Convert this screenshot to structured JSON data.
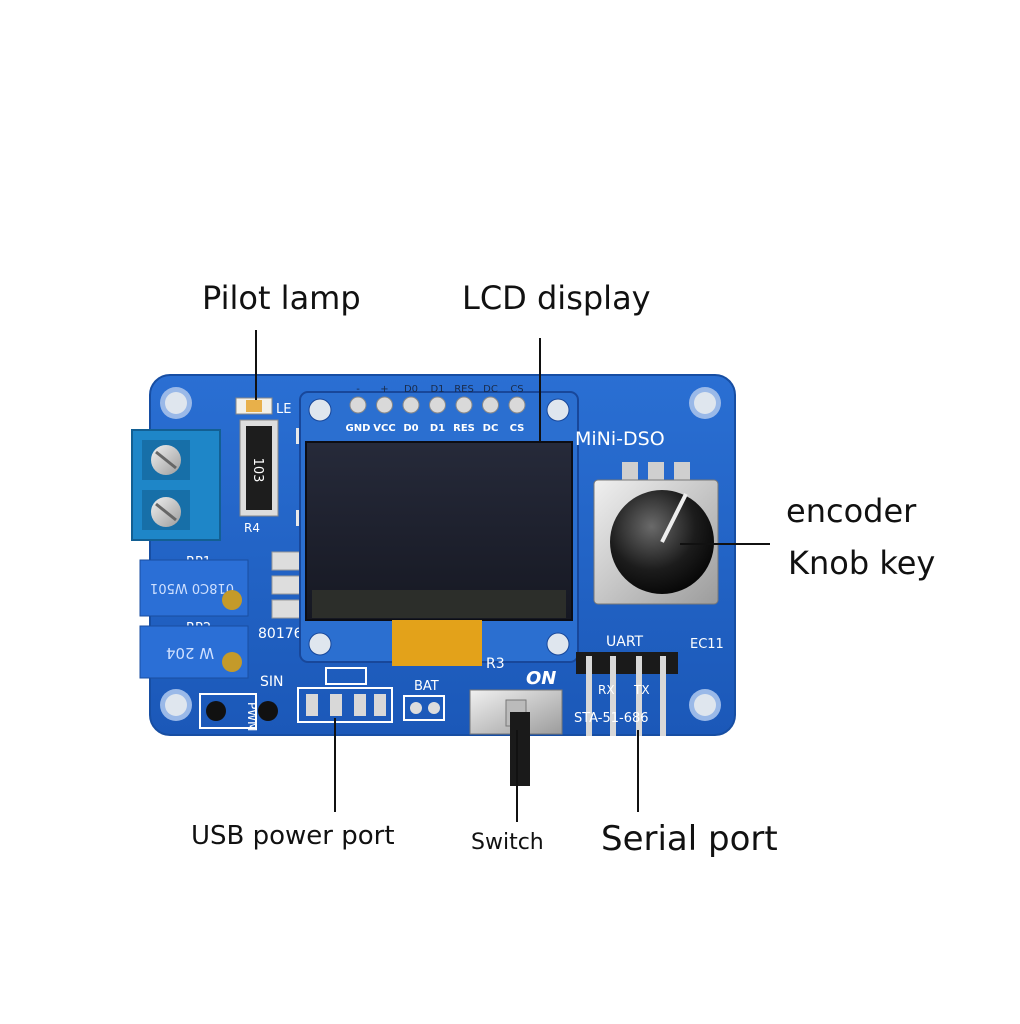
{
  "callouts": {
    "pilot_lamp": "Pilot lamp",
    "lcd_display": "LCD display",
    "encoder": "encoder",
    "knob_key": "Knob key",
    "usb_power_port": "USB power port",
    "switch": "Switch",
    "serial_port": "Serial port"
  },
  "board": {
    "title": "MiNi-DSO",
    "oled_pins_top": [
      "-",
      "+",
      "D0",
      "D1",
      "RES",
      "DC",
      "CS"
    ],
    "oled_pins_bottom": [
      "GND",
      "VCC",
      "D0",
      "D1",
      "RES",
      "DC",
      "CS"
    ],
    "led_label": "LE",
    "resistor_code": "103",
    "r4_label": "R4",
    "rp1_label": "RP1",
    "rp1_value": "018C0 W501",
    "rp2_label": "RP2",
    "rp2_value": "W 204",
    "chip_code": "80176",
    "r3_label": "R3",
    "on_label": "ON",
    "uart_label": "UART",
    "ec11_label": "EC11",
    "rx_label": "RX",
    "tx_label": "TX",
    "footer_silk": "STA-51-686",
    "sin_label": "SIN",
    "pwm_label": "PWM",
    "bat_label": "BAT"
  },
  "colors": {
    "pcb_blue": "#1f63c9",
    "pcb_edge": "#1a55ad",
    "screen": "#1a1d2b",
    "terminal_blue": "#1e86c8",
    "pot_blue": "#2b6fd6",
    "brass": "#c49a2a",
    "silkscreen": "#ffffff"
  }
}
